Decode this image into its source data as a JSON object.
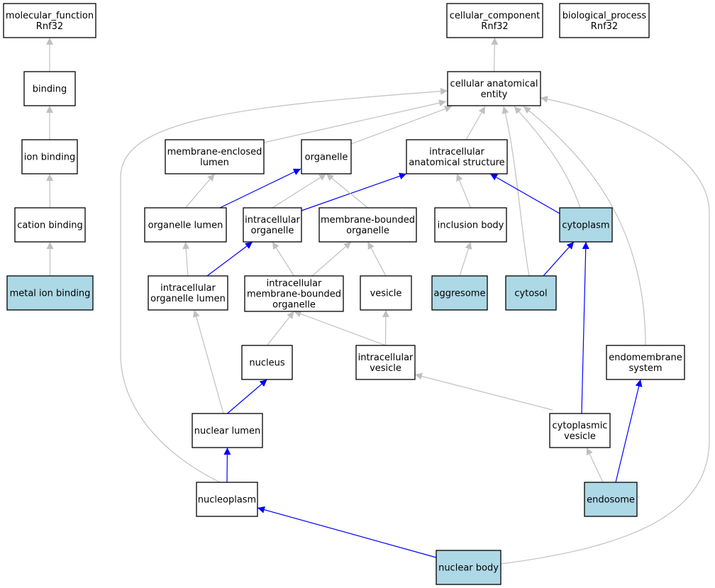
{
  "diagram": {
    "style": {
      "highlight_fill": "#add8e6",
      "default_fill": "#ffffff",
      "gray_edge": "#c0c0c0",
      "blue_edge": "#0000ff"
    },
    "nodes": [
      {
        "id": "molecular_function",
        "lines": [
          "molecular_function",
          "Rnf32"
        ],
        "highlighted": false
      },
      {
        "id": "cellular_component",
        "lines": [
          "cellular_component",
          "Rnf32"
        ],
        "highlighted": false
      },
      {
        "id": "biological_process",
        "lines": [
          "biological_process",
          "Rnf32"
        ],
        "highlighted": false
      },
      {
        "id": "binding",
        "lines": [
          "binding"
        ],
        "highlighted": false
      },
      {
        "id": "cellular_anatomical_entity",
        "lines": [
          "cellular anatomical",
          "entity"
        ],
        "highlighted": false
      },
      {
        "id": "ion_binding",
        "lines": [
          "ion binding"
        ],
        "highlighted": false
      },
      {
        "id": "membrane_enclosed_lumen",
        "lines": [
          "membrane-enclosed",
          "lumen"
        ],
        "highlighted": false
      },
      {
        "id": "organelle",
        "lines": [
          "organelle"
        ],
        "highlighted": false
      },
      {
        "id": "intracellular_anatomical_structure",
        "lines": [
          "intracellular",
          "anatomical structure"
        ],
        "highlighted": false
      },
      {
        "id": "cation_binding",
        "lines": [
          "cation binding"
        ],
        "highlighted": false
      },
      {
        "id": "organelle_lumen",
        "lines": [
          "organelle lumen"
        ],
        "highlighted": false
      },
      {
        "id": "intracellular_organelle",
        "lines": [
          "intracellular",
          "organelle"
        ],
        "highlighted": false
      },
      {
        "id": "membrane_bounded_organelle",
        "lines": [
          "membrane-bounded",
          "organelle"
        ],
        "highlighted": false
      },
      {
        "id": "inclusion_body",
        "lines": [
          "inclusion body"
        ],
        "highlighted": false
      },
      {
        "id": "cytoplasm",
        "lines": [
          "cytoplasm"
        ],
        "highlighted": true
      },
      {
        "id": "metal_ion_binding",
        "lines": [
          "metal ion binding"
        ],
        "highlighted": true
      },
      {
        "id": "intracellular_organelle_lumen",
        "lines": [
          "intracellular",
          "organelle lumen"
        ],
        "highlighted": false
      },
      {
        "id": "intracellular_membrane_bounded_organelle",
        "lines": [
          "intracellular",
          "membrane-bounded",
          "organelle"
        ],
        "highlighted": false
      },
      {
        "id": "vesicle",
        "lines": [
          "vesicle"
        ],
        "highlighted": false
      },
      {
        "id": "aggresome",
        "lines": [
          "aggresome"
        ],
        "highlighted": true
      },
      {
        "id": "cytosol",
        "lines": [
          "cytosol"
        ],
        "highlighted": true
      },
      {
        "id": "nucleus",
        "lines": [
          "nucleus"
        ],
        "highlighted": false
      },
      {
        "id": "intracellular_vesicle",
        "lines": [
          "intracellular",
          "vesicle"
        ],
        "highlighted": false
      },
      {
        "id": "endomembrane_system",
        "lines": [
          "endomembrane",
          "system"
        ],
        "highlighted": false
      },
      {
        "id": "nuclear_lumen",
        "lines": [
          "nuclear lumen"
        ],
        "highlighted": false
      },
      {
        "id": "cytoplasmic_vesicle",
        "lines": [
          "cytoplasmic",
          "vesicle"
        ],
        "highlighted": false
      },
      {
        "id": "nucleoplasm",
        "lines": [
          "nucleoplasm"
        ],
        "highlighted": false
      },
      {
        "id": "endosome",
        "lines": [
          "endosome"
        ],
        "highlighted": true
      },
      {
        "id": "nuclear_body",
        "lines": [
          "nuclear body"
        ],
        "highlighted": true
      }
    ],
    "edges": [
      {
        "from": "binding",
        "to": "molecular_function",
        "color": "gray"
      },
      {
        "from": "ion_binding",
        "to": "binding",
        "color": "gray"
      },
      {
        "from": "cation_binding",
        "to": "ion_binding",
        "color": "gray"
      },
      {
        "from": "metal_ion_binding",
        "to": "cation_binding",
        "color": "gray"
      },
      {
        "from": "cellular_anatomical_entity",
        "to": "cellular_component",
        "color": "gray"
      },
      {
        "from": "membrane_enclosed_lumen",
        "to": "cellular_anatomical_entity",
        "color": "gray"
      },
      {
        "from": "organelle",
        "to": "cellular_anatomical_entity",
        "color": "gray"
      },
      {
        "from": "intracellular_anatomical_structure",
        "to": "cellular_anatomical_entity",
        "color": "gray"
      },
      {
        "from": "cytoplasm",
        "to": "cellular_anatomical_entity",
        "color": "gray"
      },
      {
        "from": "cytosol",
        "to": "cellular_anatomical_entity",
        "color": "gray"
      },
      {
        "from": "endomembrane_system",
        "to": "cellular_anatomical_entity",
        "color": "gray"
      },
      {
        "from": "nucleoplasm",
        "to": "cellular_anatomical_entity",
        "color": "gray"
      },
      {
        "from": "nuclear_body",
        "to": "cellular_anatomical_entity",
        "color": "gray"
      },
      {
        "from": "organelle_lumen",
        "to": "membrane_enclosed_lumen",
        "color": "gray"
      },
      {
        "from": "organelle_lumen",
        "to": "organelle",
        "color": "blue"
      },
      {
        "from": "intracellular_organelle",
        "to": "organelle",
        "color": "gray"
      },
      {
        "from": "intracellular_organelle",
        "to": "intracellular_anatomical_structure",
        "color": "blue"
      },
      {
        "from": "membrane_bounded_organelle",
        "to": "organelle",
        "color": "gray"
      },
      {
        "from": "inclusion_body",
        "to": "intracellular_anatomical_structure",
        "color": "gray"
      },
      {
        "from": "cytoplasm",
        "to": "intracellular_anatomical_structure",
        "color": "blue"
      },
      {
        "from": "intracellular_organelle_lumen",
        "to": "organelle_lumen",
        "color": "gray"
      },
      {
        "from": "intracellular_organelle_lumen",
        "to": "intracellular_organelle",
        "color": "blue"
      },
      {
        "from": "intracellular_membrane_bounded_organelle",
        "to": "intracellular_organelle",
        "color": "gray"
      },
      {
        "from": "intracellular_membrane_bounded_organelle",
        "to": "membrane_bounded_organelle",
        "color": "gray"
      },
      {
        "from": "vesicle",
        "to": "membrane_bounded_organelle",
        "color": "gray"
      },
      {
        "from": "aggresome",
        "to": "inclusion_body",
        "color": "gray"
      },
      {
        "from": "cytosol",
        "to": "cytoplasm",
        "color": "blue"
      },
      {
        "from": "nucleus",
        "to": "intracellular_membrane_bounded_organelle",
        "color": "gray"
      },
      {
        "from": "intracellular_vesicle",
        "to": "intracellular_membrane_bounded_organelle",
        "color": "gray"
      },
      {
        "from": "intracellular_vesicle",
        "to": "vesicle",
        "color": "gray"
      },
      {
        "from": "nuclear_lumen",
        "to": "intracellular_organelle_lumen",
        "color": "gray"
      },
      {
        "from": "nuclear_lumen",
        "to": "nucleus",
        "color": "blue"
      },
      {
        "from": "cytoplasmic_vesicle",
        "to": "intracellular_vesicle",
        "color": "gray"
      },
      {
        "from": "cytoplasmic_vesicle",
        "to": "cytoplasm",
        "color": "blue"
      },
      {
        "from": "nucleoplasm",
        "to": "nuclear_lumen",
        "color": "blue"
      },
      {
        "from": "endosome",
        "to": "cytoplasmic_vesicle",
        "color": "gray"
      },
      {
        "from": "endosome",
        "to": "endomembrane_system",
        "color": "blue"
      },
      {
        "from": "nuclear_body",
        "to": "nucleoplasm",
        "color": "blue"
      }
    ]
  }
}
